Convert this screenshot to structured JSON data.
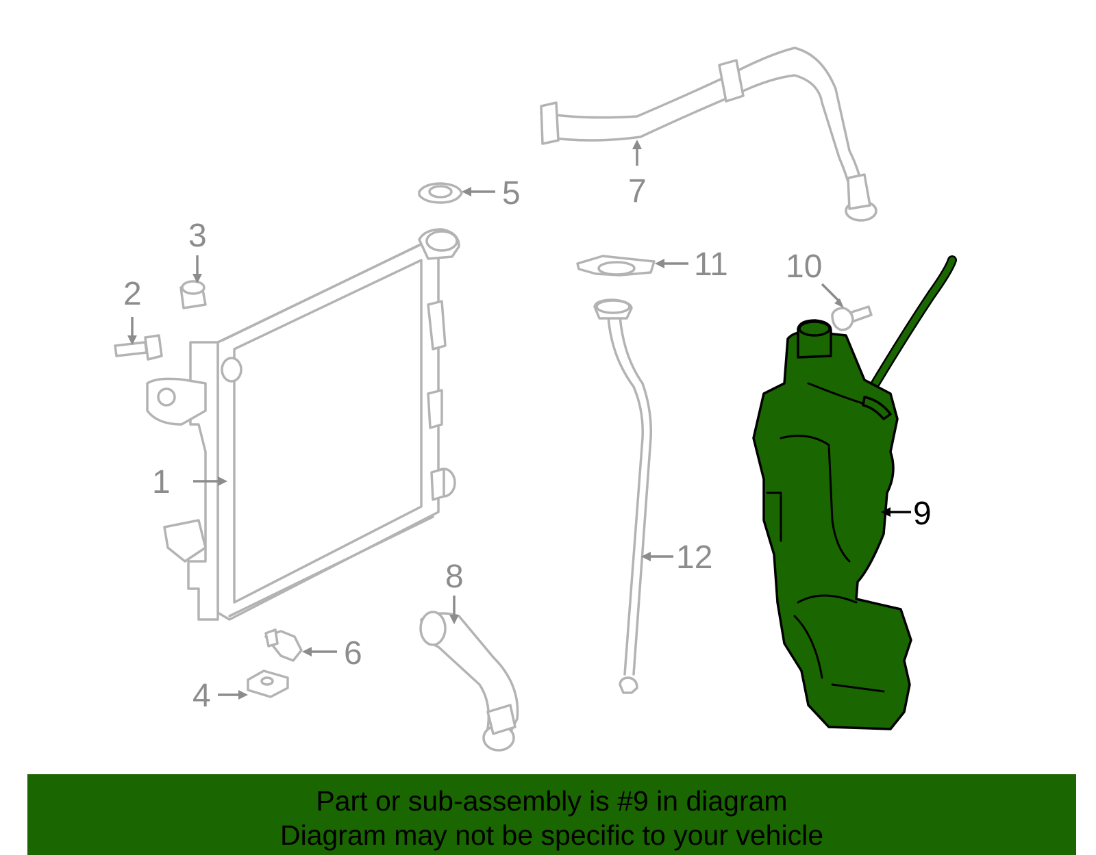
{
  "diagram": {
    "highlighted_part": "9",
    "highlight_color": "#1a6600",
    "part_color": "#b3b3b3",
    "callout_color": "#8c8c8c",
    "callouts": [
      {
        "id": "1",
        "label": "1"
      },
      {
        "id": "2",
        "label": "2"
      },
      {
        "id": "3",
        "label": "3"
      },
      {
        "id": "4",
        "label": "4"
      },
      {
        "id": "5",
        "label": "5"
      },
      {
        "id": "6",
        "label": "6"
      },
      {
        "id": "7",
        "label": "7"
      },
      {
        "id": "8",
        "label": "8"
      },
      {
        "id": "9",
        "label": "9"
      },
      {
        "id": "10",
        "label": "10"
      },
      {
        "id": "11",
        "label": "11"
      },
      {
        "id": "12",
        "label": "12"
      }
    ]
  },
  "banner": {
    "background": "#1a6600",
    "line1": "Part or sub-assembly is #9 in diagram",
    "line2": "Diagram may not be specific to your vehicle"
  }
}
